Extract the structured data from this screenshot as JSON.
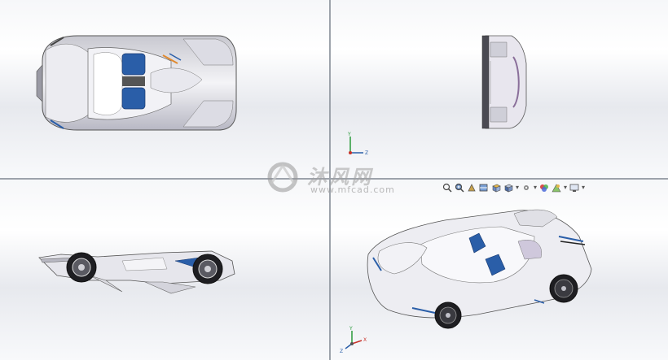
{
  "viewports": [
    {
      "id": "top-left",
      "view": "top"
    },
    {
      "id": "top-right",
      "view": "front"
    },
    {
      "id": "bottom-left",
      "view": "side"
    },
    {
      "id": "bottom-right",
      "view": "isometric"
    }
  ],
  "triad": {
    "x_label": "X",
    "y_label": "Y",
    "z_label": "Z"
  },
  "view_toolbar": {
    "icons": [
      "zoom-to-fit-icon",
      "zoom-to-area-icon",
      "previous-view-icon",
      "section-view-icon",
      "view-orientation-icon",
      "display-style-icon",
      "hide-show-items-icon",
      "edit-appearance-icon",
      "apply-scene-icon",
      "view-settings-icon"
    ]
  },
  "watermark": {
    "brand_cn": "沐风网",
    "url": "www.mfcad.com"
  },
  "colors": {
    "accent_blue": "#2a5ea8",
    "body_silver": "#e4e4ea",
    "divider": "#9da3ab"
  }
}
